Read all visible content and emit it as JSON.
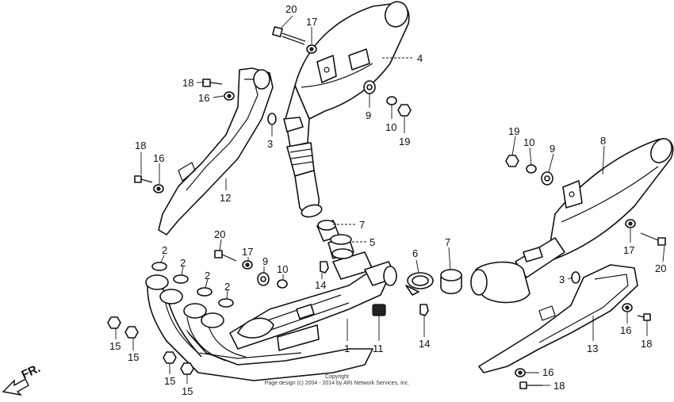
{
  "direction_label": "FR.",
  "copyright": {
    "line1": "Copyright",
    "line2": "Page design (c) 2004 - 2014 by ARI Network Services, Inc."
  },
  "callouts": [
    {
      "id": "c20a",
      "label": "20"
    },
    {
      "id": "c17a",
      "label": "17"
    },
    {
      "id": "c4",
      "label": "4"
    },
    {
      "id": "c18a",
      "label": "18"
    },
    {
      "id": "c16a",
      "label": "16"
    },
    {
      "id": "c3a",
      "label": "3"
    },
    {
      "id": "c9a",
      "label": "9"
    },
    {
      "id": "c10a",
      "label": "10"
    },
    {
      "id": "c19a",
      "label": "19"
    },
    {
      "id": "c18b",
      "label": "18"
    },
    {
      "id": "c16b",
      "label": "16"
    },
    {
      "id": "c12",
      "label": "12"
    },
    {
      "id": "c7a",
      "label": "7"
    },
    {
      "id": "c5",
      "label": "5"
    },
    {
      "id": "c20b",
      "label": "20"
    },
    {
      "id": "c17b",
      "label": "17"
    },
    {
      "id": "c9b",
      "label": "9"
    },
    {
      "id": "c10b",
      "label": "10"
    },
    {
      "id": "c14a",
      "label": "14"
    },
    {
      "id": "c2a",
      "label": "2"
    },
    {
      "id": "c2b",
      "label": "2"
    },
    {
      "id": "c2c",
      "label": "2"
    },
    {
      "id": "c2d",
      "label": "2"
    },
    {
      "id": "c6",
      "label": "6"
    },
    {
      "id": "c7b",
      "label": "7"
    },
    {
      "id": "c1",
      "label": "1"
    },
    {
      "id": "c11",
      "label": "11"
    },
    {
      "id": "c14b",
      "label": "14"
    },
    {
      "id": "c15a",
      "label": "15"
    },
    {
      "id": "c15b",
      "label": "15"
    },
    {
      "id": "c15c",
      "label": "15"
    },
    {
      "id": "c15d",
      "label": "15"
    },
    {
      "id": "c19b",
      "label": "19"
    },
    {
      "id": "c10c",
      "label": "10"
    },
    {
      "id": "c9c",
      "label": "9"
    },
    {
      "id": "c8",
      "label": "8"
    },
    {
      "id": "c17c",
      "label": "17"
    },
    {
      "id": "c20c",
      "label": "20"
    },
    {
      "id": "c3b",
      "label": "3"
    },
    {
      "id": "c16c",
      "label": "16"
    },
    {
      "id": "c18c",
      "label": "18"
    },
    {
      "id": "c13",
      "label": "13"
    },
    {
      "id": "c16d",
      "label": "16"
    },
    {
      "id": "c18d",
      "label": "18"
    }
  ]
}
